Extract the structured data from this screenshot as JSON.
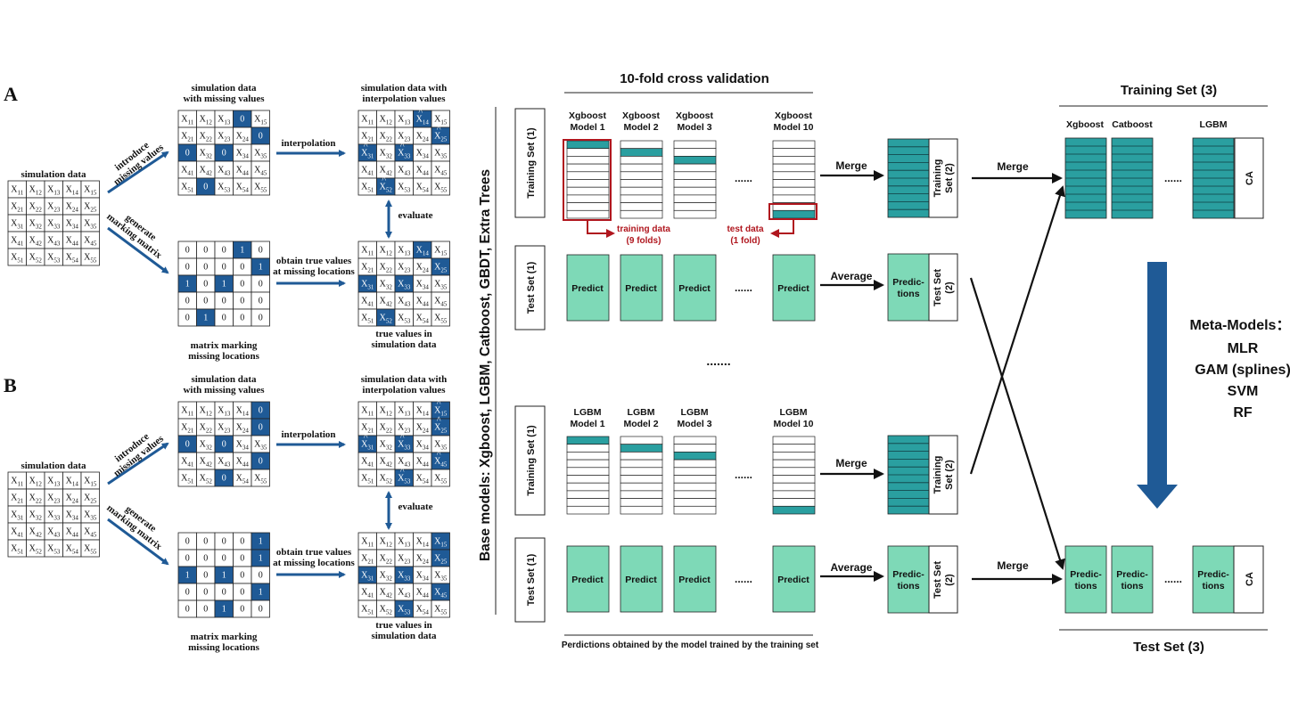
{
  "panel_a": {
    "label": "A",
    "sim_label": "simulation data",
    "introduce": [
      "introduce",
      "missing values"
    ],
    "generate": [
      "generate",
      "marking matrix"
    ],
    "missing_title": [
      "simulation data",
      "with missing values"
    ],
    "interp_title": [
      "simulation data with",
      "interpolation values"
    ],
    "interpolation": "interpolation",
    "evaluate": "evaluate",
    "obtain": [
      "obtain true values",
      "at missing locations"
    ],
    "marking_caption": [
      "matrix marking",
      "missing locations"
    ],
    "true_caption": [
      "true values in",
      "simulation data"
    ]
  },
  "panel_b": {
    "label": "B",
    "sim_label": "simulation data",
    "introduce": [
      "introduce",
      "missing values"
    ],
    "generate": [
      "generate",
      "marking matrix"
    ],
    "missing_title": [
      "simulation data",
      "with missing values"
    ],
    "interp_title": [
      "simulation data with",
      "interpolation values"
    ],
    "interpolation": "interpolation",
    "evaluate": "evaluate",
    "obtain": [
      "obtain true values",
      "at missing locations"
    ],
    "marking_caption": [
      "matrix marking",
      "missing locations"
    ],
    "true_caption": [
      "true values in",
      "simulation data"
    ]
  },
  "cv": {
    "title": "10-fold cross validation",
    "base_models": "Base models: Xgboost, LGBM, Catboost, GBDT, Extra Trees",
    "training_set_1": "Training Set (1)",
    "test_set_1": "Test Set (1)",
    "xgb_models": [
      [
        "Xgboost",
        "Model 1"
      ],
      [
        "Xgboost",
        "Model 2"
      ],
      [
        "Xgboost",
        "Model 3"
      ],
      [
        "Xgboost",
        "Model 10"
      ]
    ],
    "lgbm_models": [
      [
        "LGBM",
        "Model 1"
      ],
      [
        "LGBM",
        "Model 2"
      ],
      [
        "LGBM",
        "Model 3"
      ],
      [
        "LGBM",
        "Model 10"
      ]
    ],
    "dots": "......",
    "vdots": ".......",
    "training_data": [
      "training data",
      "(9 folds)"
    ],
    "test_data": [
      "test data",
      "(1 fold)"
    ],
    "predict": "Predict",
    "merge": "Merge",
    "average": "Average",
    "training_set_2": [
      "Training",
      "Set (2)"
    ],
    "predictions": [
      "Predic-",
      "tions"
    ],
    "test_set_2": [
      "Test Set",
      "(2)"
    ],
    "footer": "Perdictions obtained by the model trained by the training set"
  },
  "meta": {
    "training_set_3": "Training Set (3)",
    "test_set_3": "Test Set (3)",
    "models": [
      "Xgboost",
      "Catboost",
      "LGBM"
    ],
    "ca": "CA",
    "merge": "Merge",
    "meta_title": "Meta-Models：",
    "meta_models": [
      "MLR",
      "GAM (splines)",
      "SVM",
      "RF"
    ],
    "predictions": [
      "Predic-",
      "tions"
    ]
  }
}
